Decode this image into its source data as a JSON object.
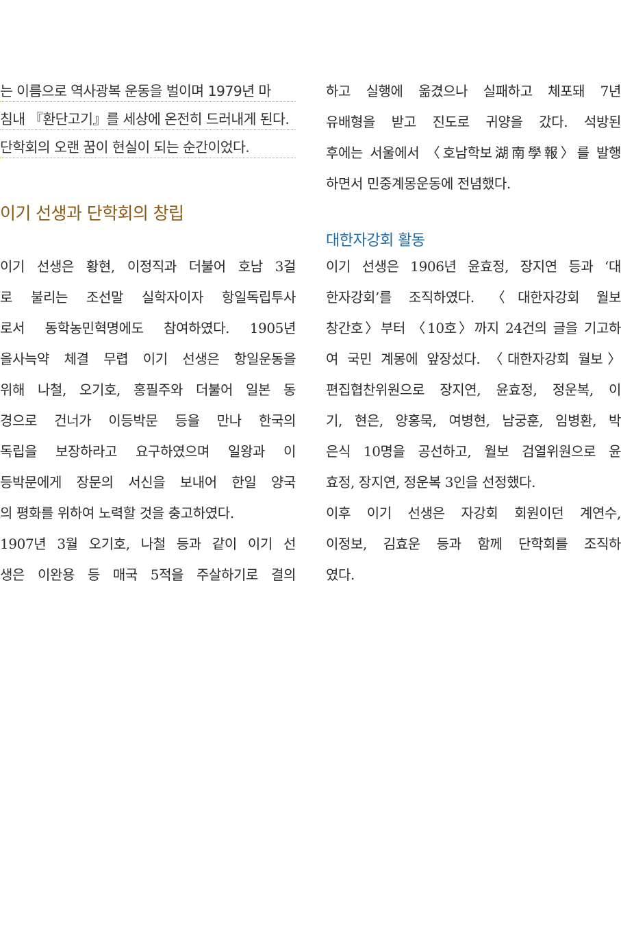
{
  "left_column": {
    "quote_lines": [
      "는 이름으로 역사광복 운동을 벌이며 1979년 마",
      "침내 『환단고기』를 세상에 온전히 드러내게 된다.",
      "단학회의 오랜 꿈이 현실이 되는 순간이었다."
    ],
    "section_title": "이기 선생과 단학회의 창립",
    "body_lines": [
      "이기 선생은 황현, 이정직과 더불어 호남 3걸",
      "로 불리는 조선말 실학자이자 항일독립투사",
      "로서 동학농민혁명에도 참여하였다. 1905년",
      "을사늑약 체결 무렵 이기 선생은 항일운동을",
      "위해 나철, 오기호, 홍필주와 더불어 일본 동",
      "경으로 건너가 이등박문 등을 만나 한국의",
      "독립을 보장하라고 요구하였으며 일왕과 이",
      "등박문에게 장문의 서신을 보내어 한일 양국",
      "의 평화를 위하여 노력할 것을 충고하였다.",
      "1907년 3월 오기호, 나철 등과 같이 이기 선",
      "생은 이완용 등 매국 5적을 주살하기로 결의"
    ]
  },
  "right_column": {
    "intro_lines": [
      "하고 실행에 옮겼으나 실패하고 체포돼 7년",
      "유배형을 받고 진도로 귀양을 갔다. 석방된",
      "후에는 서울에서 〈호남학보湖南學報〉를 발행",
      "하면서 민중계몽운동에 전념했다."
    ],
    "section_title": "대한자강회 활동",
    "body_lines": [
      "이기 선생은 1906년 윤효정, 장지연 등과 ‘대",
      "한자강회’를 조직하였다. 〈대한자강회 월보",
      "창간호〉부터 〈10호〉까지 24건의 글을 기고하",
      "여 국민 계몽에 앞장섰다. 〈대한자강회 월보〉",
      "편집협찬위원으로 장지연, 윤효정, 정운복, 이",
      "기, 현은, 양홍묵, 여병현, 남궁훈, 임병환, 박",
      "은식 10명을 공선하고, 월보 검열위원으로 윤",
      "효정, 장지연, 정운복 3인을 선정했다.",
      "이후 이기 선생은 자강회 회원이던 계연수,",
      "이정보, 김효운 등과 함께 단학회를 조직하",
      "였다."
    ]
  }
}
